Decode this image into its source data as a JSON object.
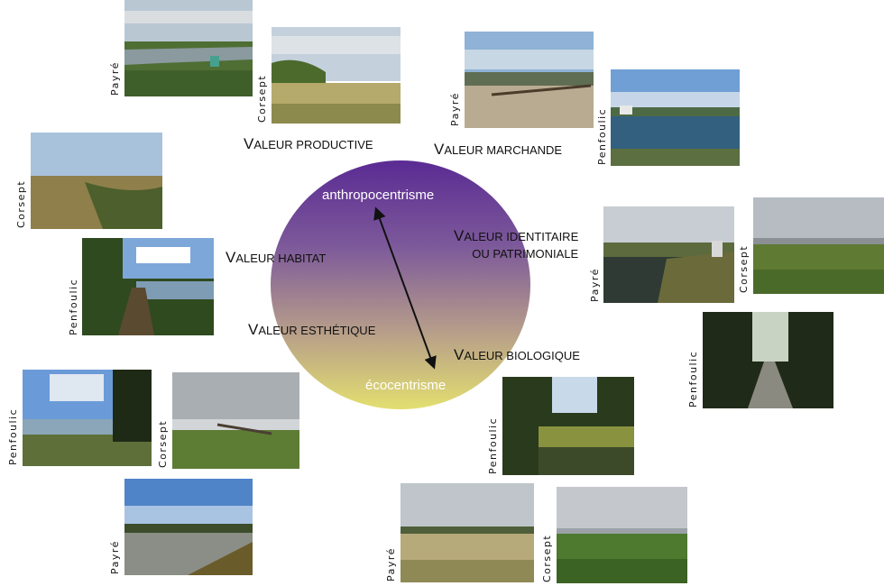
{
  "axis": {
    "top_label": "anthropocentrisme",
    "bottom_label": "écocentrisme"
  },
  "values": {
    "productive": {
      "first": "V",
      "rest": "ALEUR PRODUCTIVE"
    },
    "marchande": {
      "first": "V",
      "rest": "ALEUR MARCHANDE"
    },
    "habitat": {
      "first": "V",
      "rest": "ALEUR HABITAT"
    },
    "identitaire": {
      "first": "V",
      "rest": "ALEUR IDENTITAIRE",
      "line2": "OU PATRIMONIALE"
    },
    "esthetique": {
      "first": "V",
      "rest": "ALEUR ESTHÉTIQUE"
    },
    "biologique": {
      "first": "V",
      "rest": "ALEUR BIOLOGIQUE"
    }
  },
  "photos": [
    {
      "id": "p1",
      "site": "Payré",
      "scene": "canal"
    },
    {
      "id": "p2",
      "site": "Corsept",
      "scene": "dune"
    },
    {
      "id": "p3",
      "site": "Payré",
      "scene": "fence"
    },
    {
      "id": "p4",
      "site": "Penfoulic",
      "scene": "harbour"
    },
    {
      "id": "p5",
      "site": "Corsept",
      "scene": "mudflat"
    },
    {
      "id": "p6",
      "site": "Penfoulic",
      "scene": "path"
    },
    {
      "id": "p7",
      "site": "Payré",
      "scene": "marsh"
    },
    {
      "id": "p8",
      "site": "Corsept",
      "scene": "grass"
    },
    {
      "id": "p9",
      "site": "Penfoulic",
      "scene": "lane"
    },
    {
      "id": "p10",
      "site": "Penfoulic",
      "scene": "bay"
    },
    {
      "id": "p11",
      "site": "Corsept",
      "scene": "pier"
    },
    {
      "id": "p12",
      "site": "Penfoulic",
      "scene": "pond"
    },
    {
      "id": "p13",
      "site": "Payré",
      "scene": "rocks"
    },
    {
      "id": "p14",
      "site": "Payré",
      "scene": "dunefield"
    },
    {
      "id": "p15",
      "site": "Corsept",
      "scene": "reeds"
    }
  ]
}
